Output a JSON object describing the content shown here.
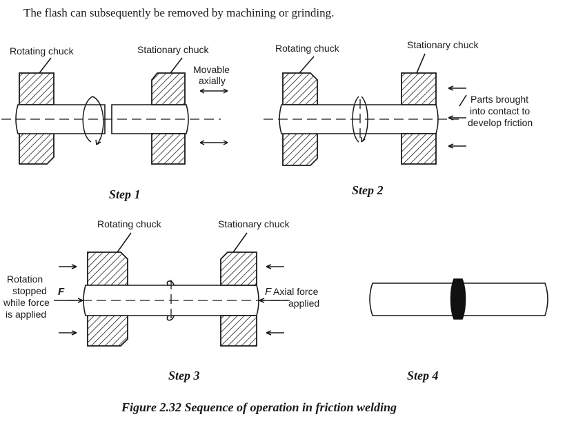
{
  "intro_text": "The flash can subsequently be removed by machining or grinding.",
  "steps": {
    "step1": {
      "caption": "Step 1",
      "rotating_label": "Rotating chuck",
      "stationary_label": "Stationary chuck",
      "movable_line1": "Movable",
      "movable_line2": "axially"
    },
    "step2": {
      "caption": "Step 2",
      "rotating_label": "Rotating chuck",
      "stationary_label": "Stationary chuck",
      "note_line1": "Parts brought",
      "note_line2": "into contact to",
      "note_line3": "develop friction"
    },
    "step3": {
      "caption": "Step 3",
      "rotating_label": "Rotating chuck",
      "stationary_label": "Stationary chuck",
      "left_note_line1": "Rotation",
      "left_note_line2": "stopped",
      "left_note_line3": "while force",
      "left_note_line4": "is applied",
      "force_left": "F",
      "force_right": "F",
      "right_note_line1": "Axial force",
      "right_note_line2": "applied"
    },
    "step4": {
      "caption": "Step 4"
    }
  },
  "figure_caption": "Figure 2.32 Sequence of operation in friction welding",
  "colors": {
    "ink": "#1a1a1a",
    "paper": "#ffffff"
  }
}
